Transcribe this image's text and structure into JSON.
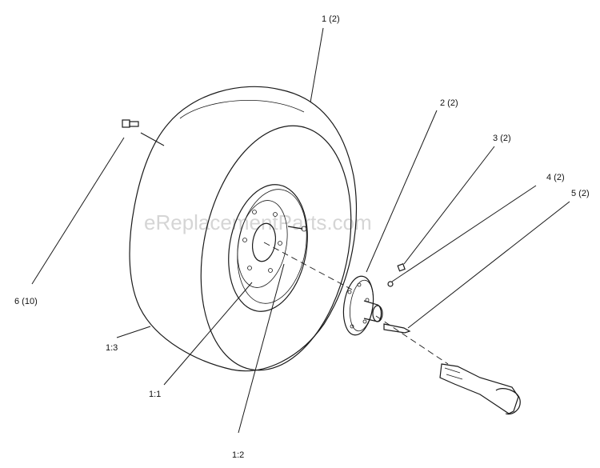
{
  "diagram": {
    "watermark": "eReplacementParts.com",
    "callouts": {
      "tire": "1 (2)",
      "hub": "2 (2)",
      "nut": "3 (2)",
      "washer": "4 (2)",
      "key": "5 (2)",
      "bolt": "6 (10)",
      "rim_center": "1:1",
      "valve_stem": "1:2",
      "tire_sub": "1:3"
    }
  }
}
